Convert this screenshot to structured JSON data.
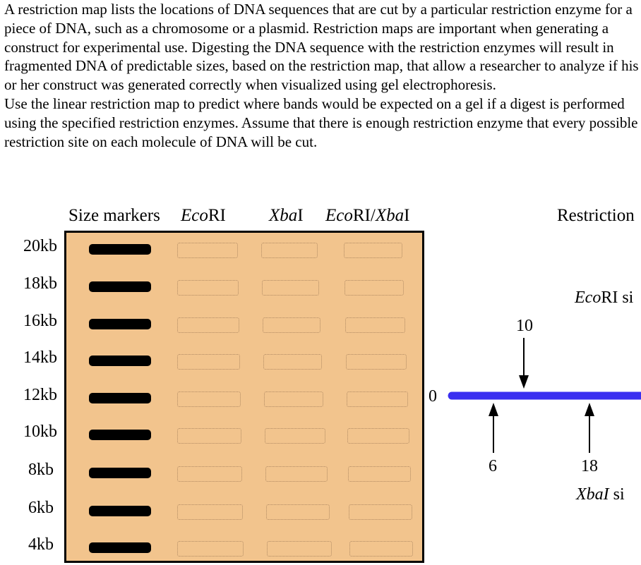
{
  "intro": {
    "p1": "A restriction map lists the locations of DNA sequences that are cut by a particular restriction enzyme for a piece of DNA, such as a chromosome or a plasmid. Restriction maps are important when generating a construct for experimental use. Digesting the DNA sequence with the restriction enzymes will result in fragmented DNA of predictable sizes, based on the restriction map, that allow a researcher to analyze if his or her construct was generated correctly when visualized using gel electrophoresis.",
    "p2": "Use the linear restriction map to predict where bands would be expected on a gel if a digest is performed using the specified restriction enzymes. Assume that there is enough restriction enzyme that every possible restriction site on each molecule of DNA will be cut."
  },
  "gel": {
    "headers": {
      "size_markers": "Size markers",
      "ecori_prefix": "Eco",
      "ecori_suffix": "RI",
      "xbai_prefix": "Xba",
      "xbai_suffix": "I",
      "double_a": "Eco",
      "double_b": "RI/",
      "double_c": "Xba",
      "double_d": "I"
    },
    "markers": [
      "20kb",
      "18kb",
      "16kb",
      "14kb",
      "12kb",
      "10kb",
      "8kb",
      "6kb",
      "4kb"
    ],
    "background_color": "#f2c48d",
    "marker_band_color": "#000000"
  },
  "map": {
    "title": "Restriction",
    "ecori_sites_prefix": "Eco",
    "ecori_sites_suffix": "RI si",
    "xbai_sites_prefix": "XbaI",
    "xbai_sites_suffix": " si",
    "start": "0",
    "ecori_positions": [
      "10"
    ],
    "xbai_positions": [
      "6",
      "18"
    ],
    "line_color": "#3a2ff0"
  }
}
